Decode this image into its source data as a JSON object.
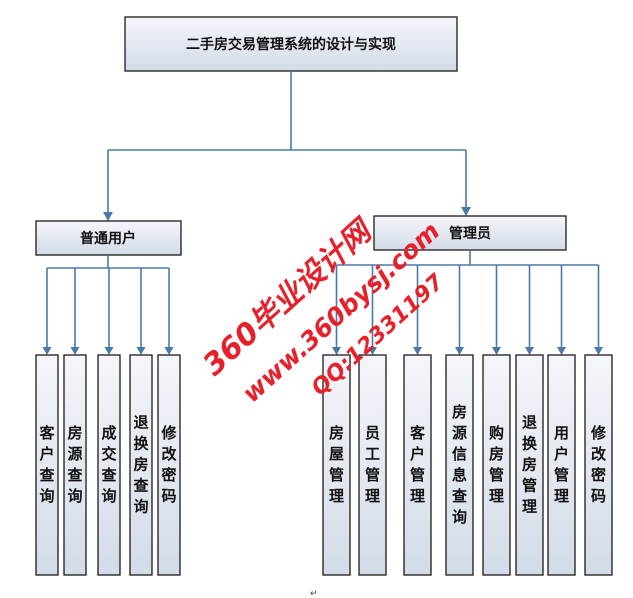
{
  "root": {
    "label": "二手房交易管理系统的设计与实现"
  },
  "user_branch": {
    "label": "普通用户",
    "children": [
      "客户查询",
      "房源查询",
      "成交查询",
      "退换房查询",
      "修改密码"
    ]
  },
  "admin_branch": {
    "label": "管理员",
    "children": [
      "房屋管理",
      "员工管理",
      "客户管理",
      "房源信息查询",
      "购房管理",
      "退换房管理",
      "用户管理",
      "修改密码"
    ]
  },
  "watermark": {
    "line1": "360毕业设计网",
    "line2": "www.360bysj.com",
    "line3": "QQ:12331197"
  },
  "paragraph_mark": "↵",
  "colors": {
    "line": "#4a78a8",
    "box_top": "#f4f6fa",
    "box_bottom": "#d3dbe8",
    "watermark": "#e8202a"
  }
}
